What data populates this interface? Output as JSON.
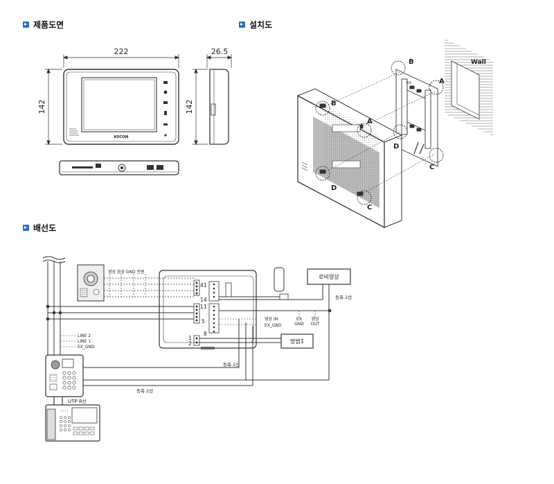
{
  "sections": {
    "product": "제품도면",
    "install": "설치도",
    "wiring": "배선도"
  },
  "dims": {
    "width": "222",
    "depth": "26.5",
    "height_front": "142",
    "height_side": "142"
  },
  "brand": "KOCOM",
  "install_labels": {
    "wall": "Wall",
    "a_top": "A",
    "b_top": "B",
    "a_mid": "A",
    "b_mid": "B",
    "c_right": "C",
    "d_mid": "D",
    "d_bottom": "D",
    "c_bottom": "C",
    "top": "TOP"
  },
  "wiring": {
    "camera_label": "영상 음성 GND 전원",
    "lobby": "로비영상",
    "coax_lobby": "동축 2선",
    "coax_mid": "동축 2선",
    "coax_bottom": "동축 2선",
    "term_4": "4",
    "term_1a": "1",
    "term_1b": "1",
    "term_4b": "4",
    "term_1c": "1",
    "term_1d": "1",
    "term_5": "5",
    "term_8": "8",
    "term_s1": "1",
    "term_s2": "2",
    "video_in": "영상 IN",
    "ex_gnd_label": "EX_GND",
    "ex": "EX",
    "gnd": "GND",
    "video": "영상",
    "out": "OUT",
    "bangbeom": "방범1",
    "line2": "LINE 2",
    "line1": "LINE 1",
    "exgnd": "EX_GND",
    "utp": "UTP 8선"
  }
}
